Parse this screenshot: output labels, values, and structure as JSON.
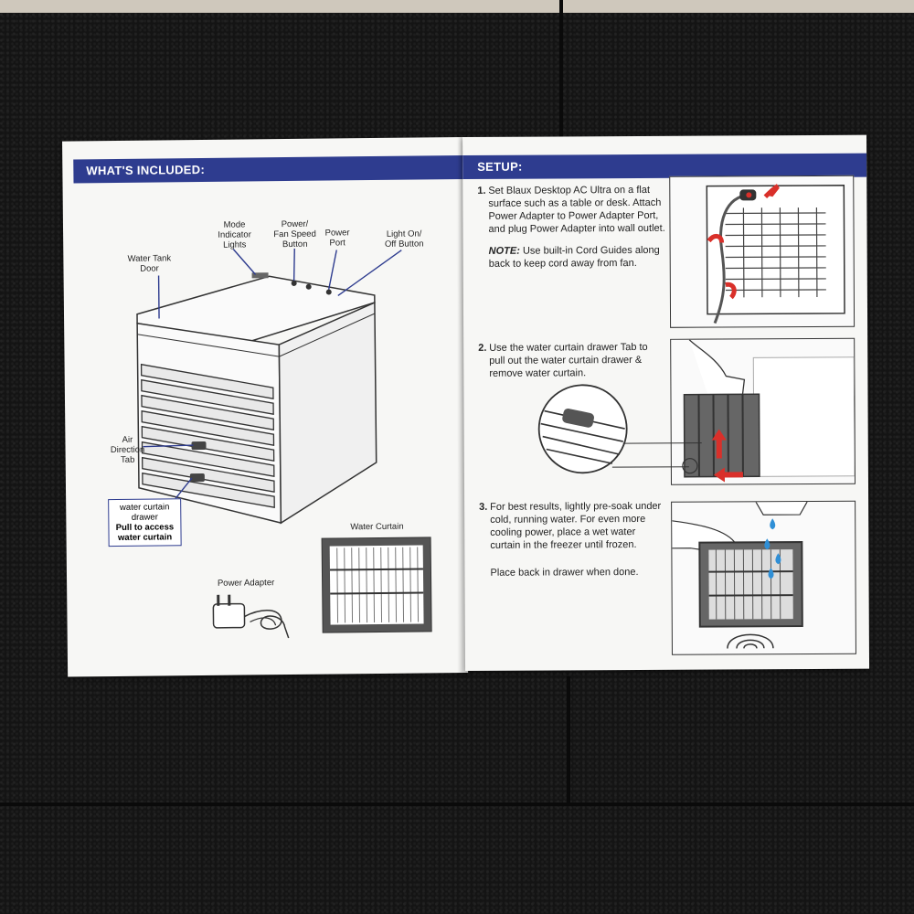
{
  "left_page": {
    "header": "WHAT'S INCLUDED:",
    "labels": {
      "mode_indicator": "Mode\nIndicator\nLights",
      "power_fan": "Power/\nFan Speed\nButton",
      "power_port": "Power\nPort",
      "light_onoff": "Light On/\nOff Button",
      "water_tank_door": "Water Tank\nDoor",
      "air_direction_tab": "Air\nDirection\nTab",
      "water_curtain": "Water Curtain",
      "power_adapter": "Power Adapter"
    },
    "drawer_callout": {
      "line1": "water curtain",
      "line2": "drawer",
      "bold1": "Pull to access",
      "bold2": "water curtain"
    }
  },
  "right_page": {
    "header": "SETUP:",
    "steps": [
      {
        "num": "1.",
        "text": "Set Blaux Desktop AC Ultra on a flat surface such as a table or desk. Attach Power Adapter to Power Adapter Port, and plug Power Adapter into wall outlet.",
        "note_label": "NOTE:",
        "note_text": " Use built-in Cord Guides along back to keep cord away from fan."
      },
      {
        "num": "2.",
        "text": "Use the water curtain drawer Tab to pull out the water curtain drawer & remove water curtain."
      },
      {
        "num": "3.",
        "text": "For best results, lightly pre-soak under cold, running water. For even more cooling power, place a wet water curtain in the freezer until frozen.",
        "extra": "Place back in drawer when done."
      }
    ]
  },
  "colors": {
    "header_band": "#2e3c8f",
    "arrow_red": "#d9302a",
    "water_blue": "#2f8fd6"
  }
}
